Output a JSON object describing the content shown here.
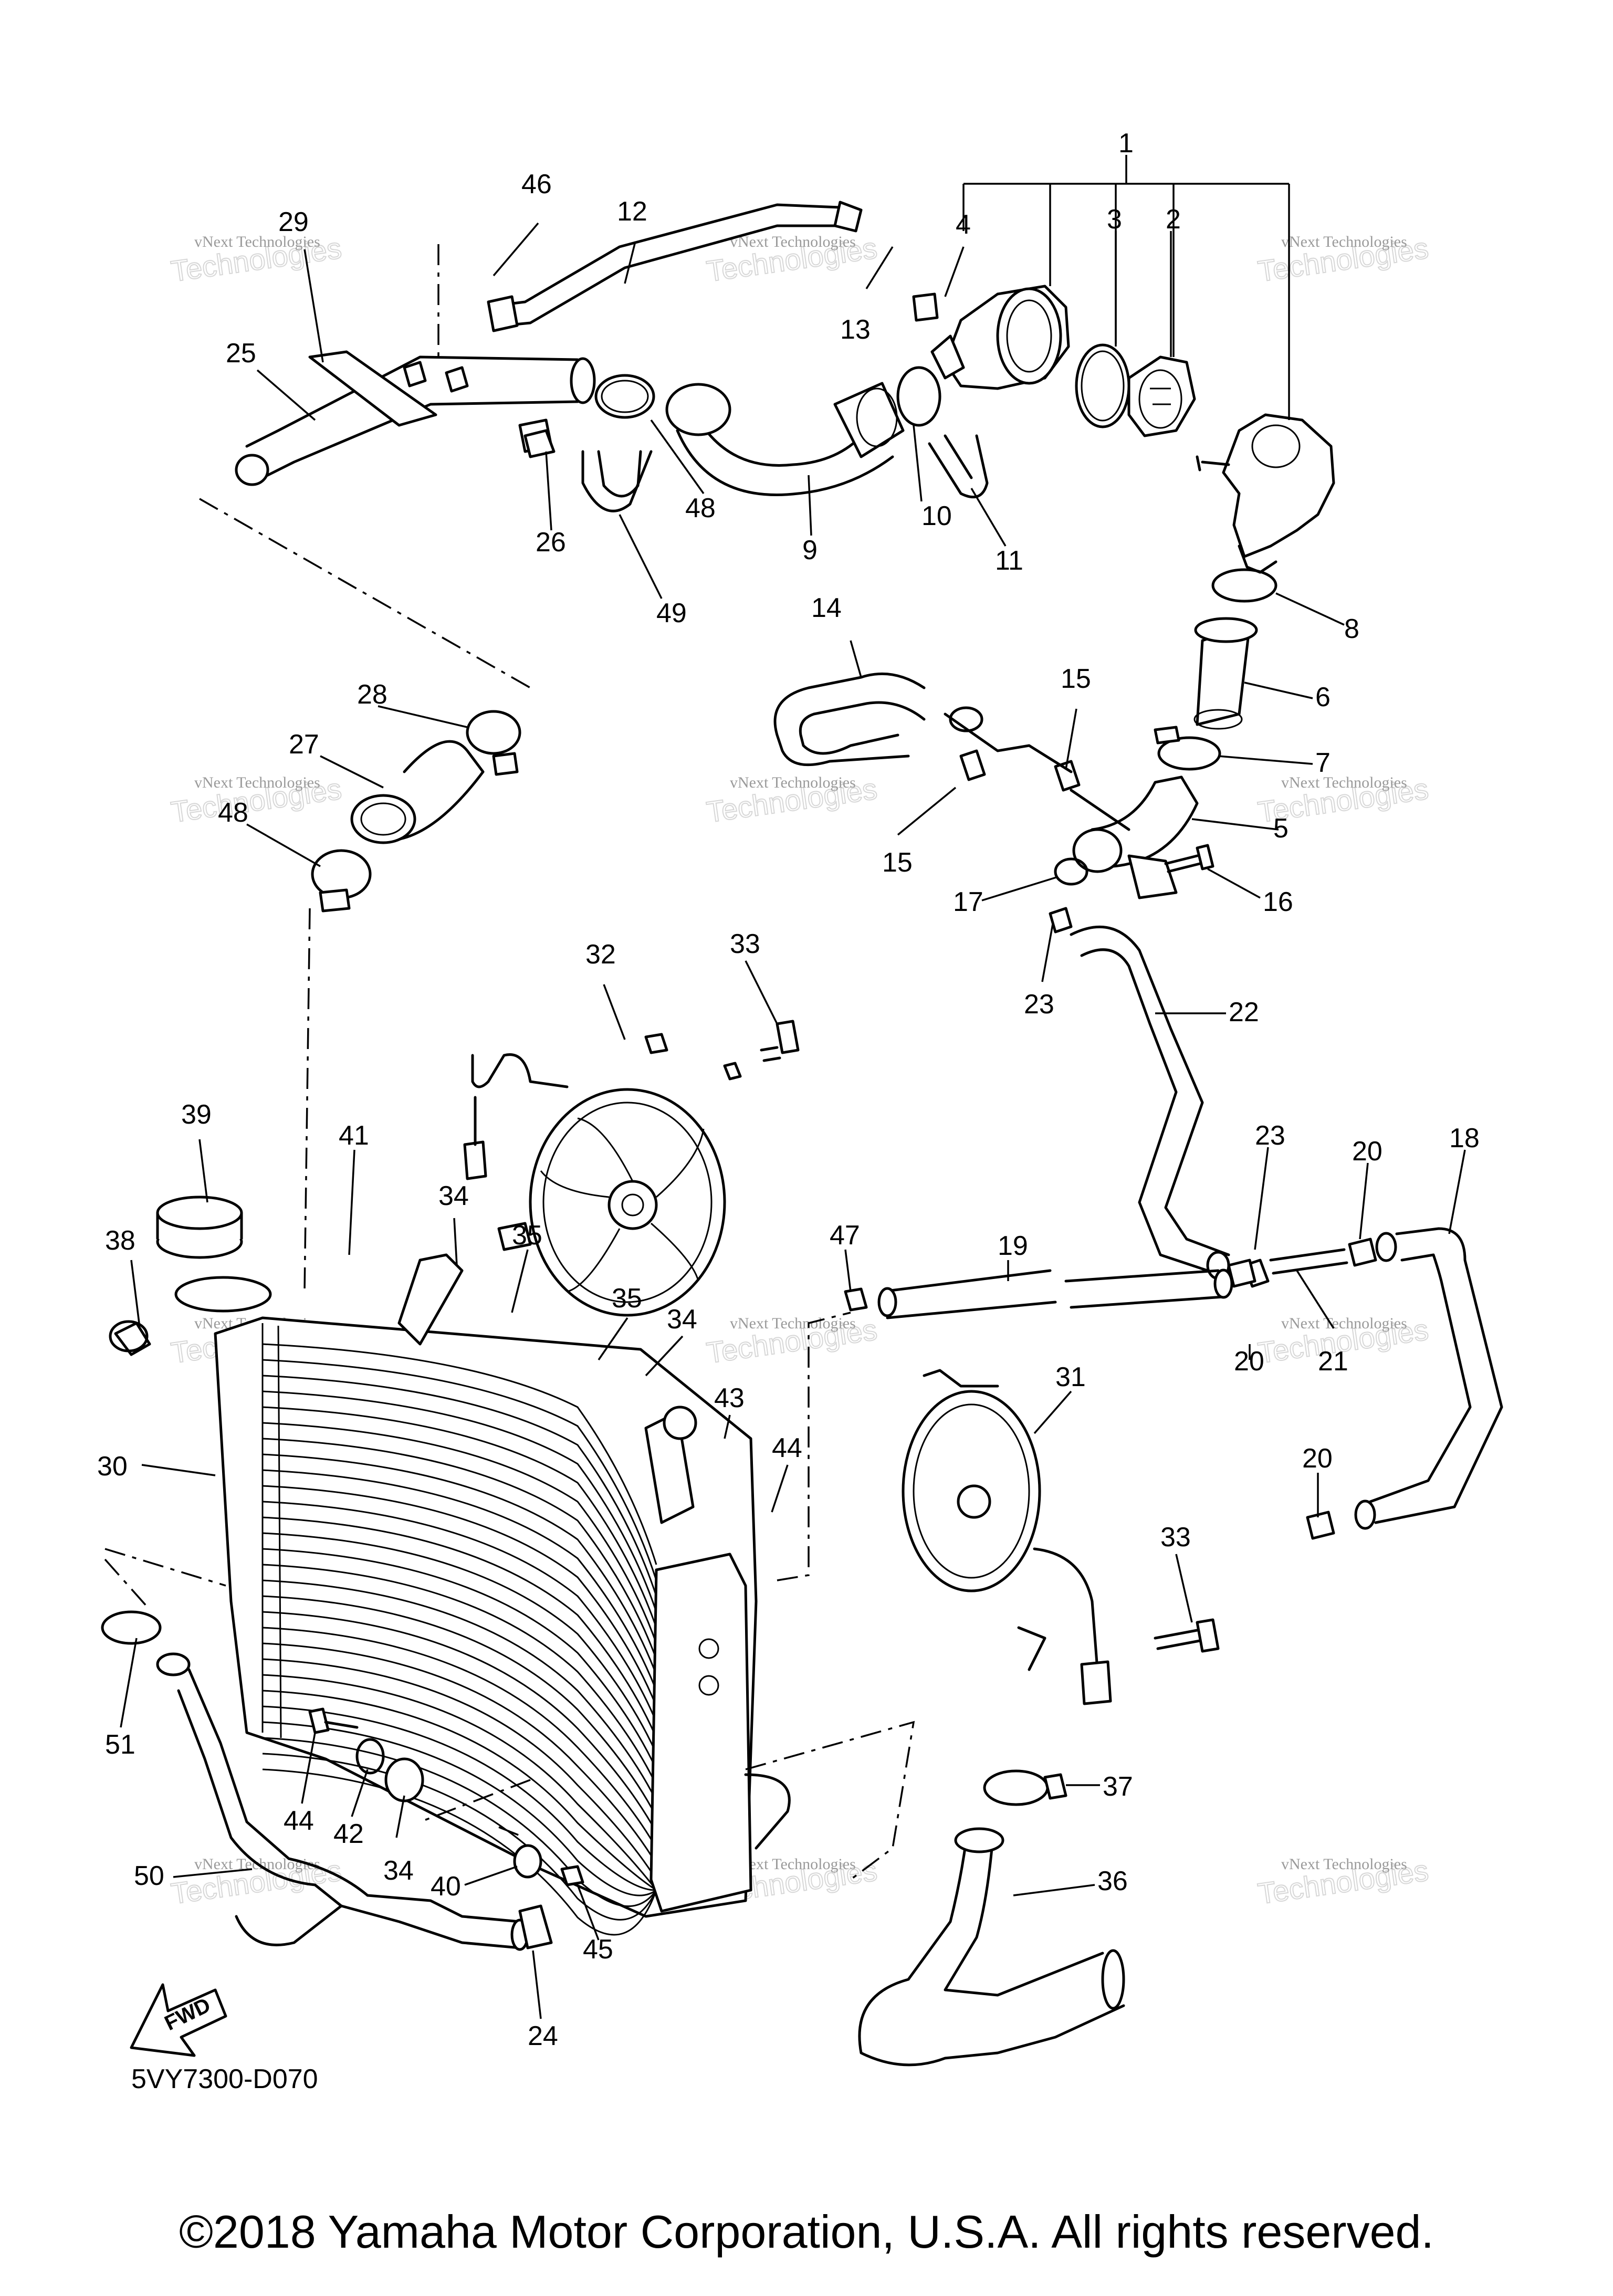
{
  "diagram_code": "5VY7300-D070",
  "copyright": "©2018 Yamaha Motor Corporation, U.S.A. All rights reserved.",
  "watermark": {
    "line1": "vNext Technologies",
    "line2": "Technologies"
  },
  "fwd_label": "FWD",
  "callouts": [
    {
      "n": "1"
    },
    {
      "n": "2"
    },
    {
      "n": "3"
    },
    {
      "n": "4"
    },
    {
      "n": "46"
    },
    {
      "n": "29"
    },
    {
      "n": "12"
    },
    {
      "n": "13"
    },
    {
      "n": "25"
    },
    {
      "n": "26"
    },
    {
      "n": "48"
    },
    {
      "n": "49"
    },
    {
      "n": "9"
    },
    {
      "n": "10"
    },
    {
      "n": "11"
    },
    {
      "n": "8"
    },
    {
      "n": "14"
    },
    {
      "n": "15"
    },
    {
      "n": "6"
    },
    {
      "n": "7"
    },
    {
      "n": "5"
    },
    {
      "n": "15"
    },
    {
      "n": "16"
    },
    {
      "n": "17"
    },
    {
      "n": "28"
    },
    {
      "n": "27"
    },
    {
      "n": "48"
    },
    {
      "n": "23"
    },
    {
      "n": "22"
    },
    {
      "n": "32"
    },
    {
      "n": "33"
    },
    {
      "n": "39"
    },
    {
      "n": "41"
    },
    {
      "n": "34"
    },
    {
      "n": "35"
    },
    {
      "n": "38"
    },
    {
      "n": "35"
    },
    {
      "n": "34"
    },
    {
      "n": "47"
    },
    {
      "n": "19"
    },
    {
      "n": "23"
    },
    {
      "n": "20"
    },
    {
      "n": "18"
    },
    {
      "n": "43"
    },
    {
      "n": "44"
    },
    {
      "n": "31"
    },
    {
      "n": "20"
    },
    {
      "n": "21"
    },
    {
      "n": "30"
    },
    {
      "n": "20"
    },
    {
      "n": "33"
    },
    {
      "n": "51"
    },
    {
      "n": "44"
    },
    {
      "n": "42"
    },
    {
      "n": "34"
    },
    {
      "n": "37"
    },
    {
      "n": "50"
    },
    {
      "n": "40"
    },
    {
      "n": "45"
    },
    {
      "n": "36"
    },
    {
      "n": "24"
    }
  ]
}
